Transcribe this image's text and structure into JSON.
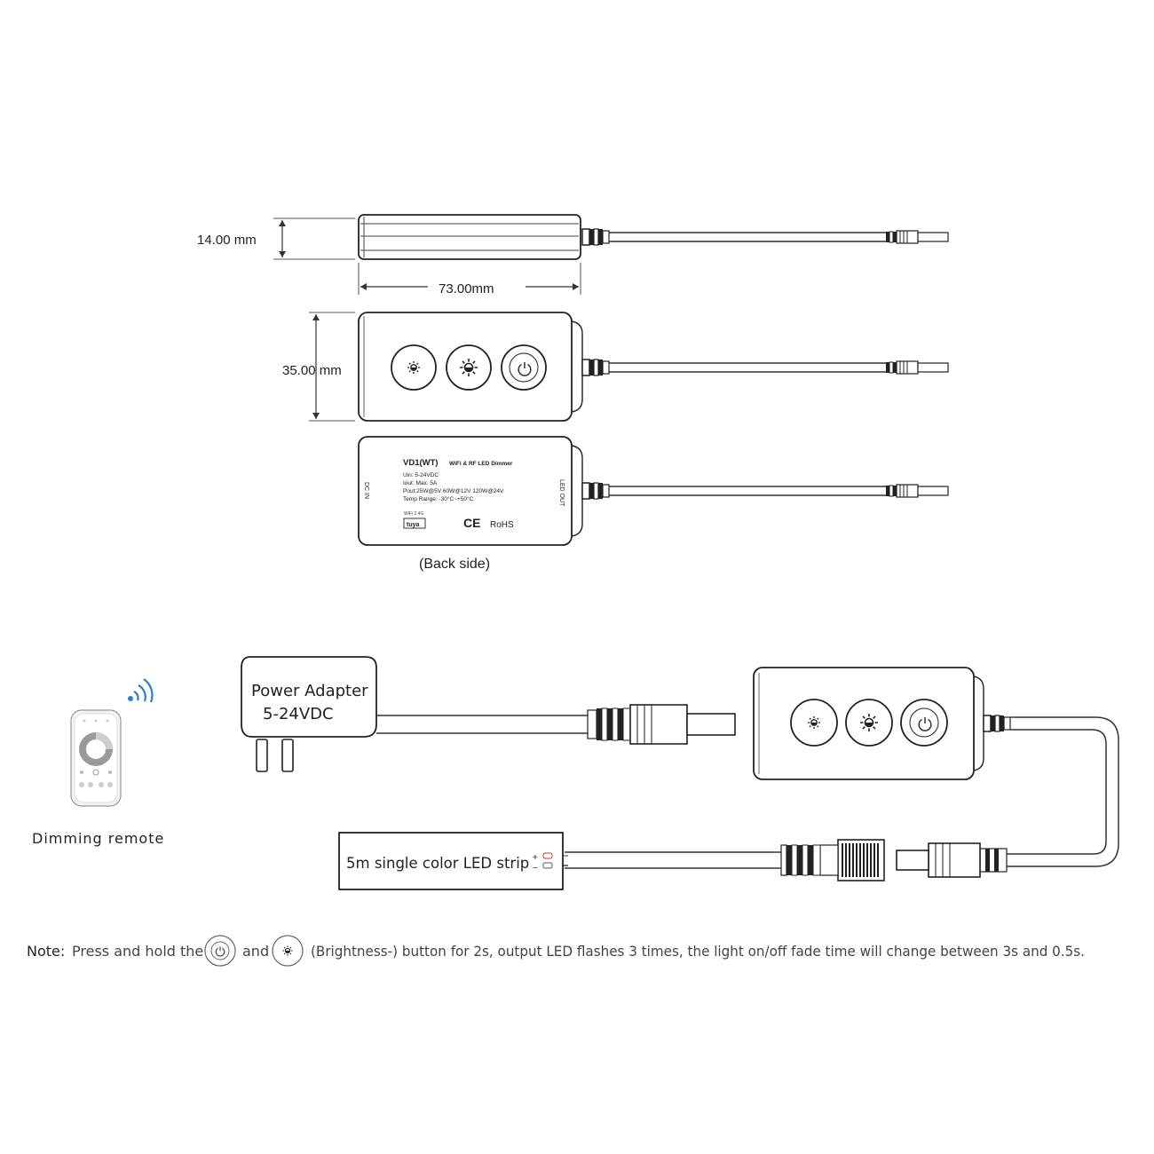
{
  "dimensions": {
    "thickness": "14.00 mm",
    "length": "73.00mm",
    "width": "35.00 mm"
  },
  "back_side": {
    "caption": "(Back side)",
    "model": "VD1(WT)",
    "product_name": "WiFi & RF LED Dimmer",
    "spec_lines": [
      "Uin:  5-24VDC",
      "Iout:  Max. 5A",
      "Pout:25W@5V  60W@12V  120W@24V",
      "Temp Range: -30°C~+50°C"
    ],
    "wifi_label": "WiFi  2.4G",
    "tuya_label": "tuya",
    "ce_mark": "CE",
    "rohs": "RoHS",
    "dc_in": "DC IN",
    "led_out": "LED OUT"
  },
  "wiring": {
    "remote_label": "Dimming remote",
    "adapter_title": "Power Adapter",
    "adapter_voltage": "5-24VDC",
    "strip_label": "5m single color LED strip",
    "plus": "+",
    "minus": "−"
  },
  "note": {
    "prefix": "Note:",
    "part1": "Press and hold the",
    "part2": "and",
    "part3": "(Brightness-) button for 2s, output LED flashes 3 times, the light on/off fade time will change between 3s and 0.5s."
  },
  "icons": {
    "brightness_down": "sun-small-icon",
    "brightness_up": "sun-large-icon",
    "power": "power-icon",
    "wifi": "wifi-signal-icon",
    "remote": "remote-control-icon"
  },
  "colors": {
    "line": "#333333",
    "wifi_blue": "#2a7ec9",
    "wire_red": "#cc3333"
  }
}
